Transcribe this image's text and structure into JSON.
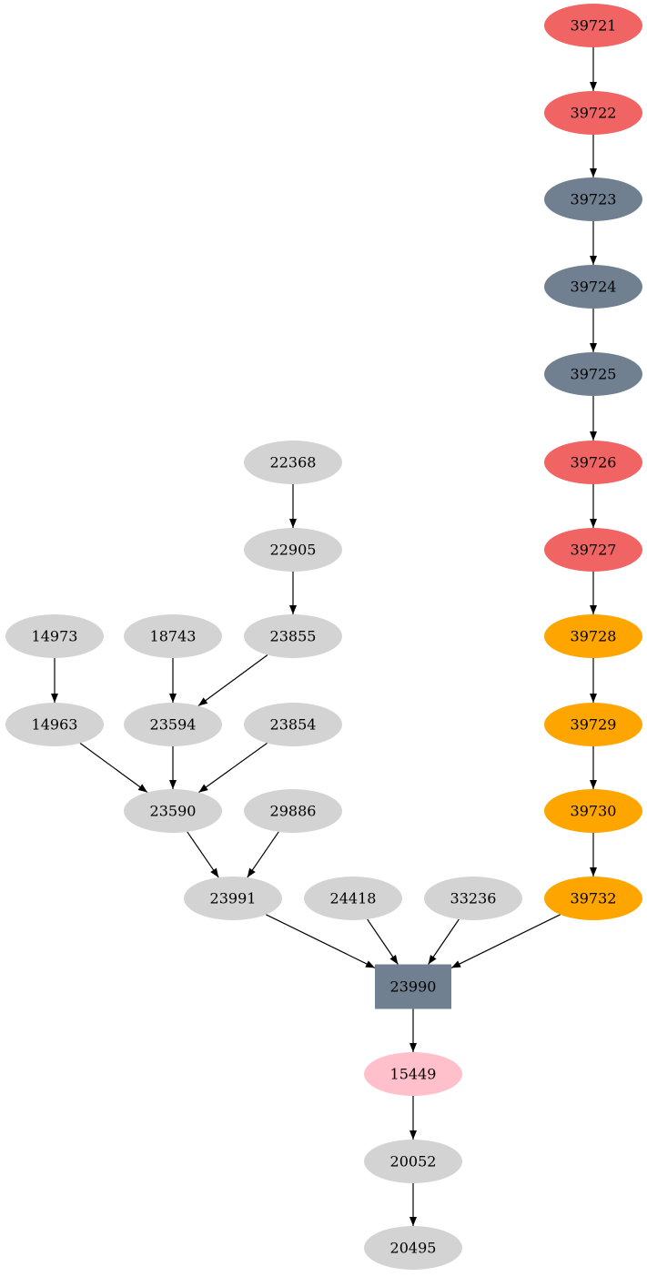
{
  "colors": {
    "red": "#F06464",
    "slate": "#708090",
    "orange": "#FFA500",
    "pink": "#FFC0CB",
    "gray": "#D3D3D3",
    "edge": "#000000"
  },
  "nodes": [
    {
      "id": "39721",
      "color": "red",
      "shape": "ellipse"
    },
    {
      "id": "39722",
      "color": "red",
      "shape": "ellipse"
    },
    {
      "id": "39723",
      "color": "slate",
      "shape": "ellipse"
    },
    {
      "id": "39724",
      "color": "slate",
      "shape": "ellipse"
    },
    {
      "id": "39725",
      "color": "slate",
      "shape": "ellipse"
    },
    {
      "id": "39726",
      "color": "red",
      "shape": "ellipse"
    },
    {
      "id": "39727",
      "color": "red",
      "shape": "ellipse"
    },
    {
      "id": "39728",
      "color": "orange",
      "shape": "ellipse"
    },
    {
      "id": "39729",
      "color": "orange",
      "shape": "ellipse"
    },
    {
      "id": "39730",
      "color": "orange",
      "shape": "ellipse"
    },
    {
      "id": "39732",
      "color": "orange",
      "shape": "ellipse"
    },
    {
      "id": "22368",
      "color": "gray",
      "shape": "ellipse"
    },
    {
      "id": "22905",
      "color": "gray",
      "shape": "ellipse"
    },
    {
      "id": "23855",
      "color": "gray",
      "shape": "ellipse"
    },
    {
      "id": "14973",
      "color": "gray",
      "shape": "ellipse"
    },
    {
      "id": "18743",
      "color": "gray",
      "shape": "ellipse"
    },
    {
      "id": "14963",
      "color": "gray",
      "shape": "ellipse"
    },
    {
      "id": "23594",
      "color": "gray",
      "shape": "ellipse"
    },
    {
      "id": "23854",
      "color": "gray",
      "shape": "ellipse"
    },
    {
      "id": "23590",
      "color": "gray",
      "shape": "ellipse"
    },
    {
      "id": "29886",
      "color": "gray",
      "shape": "ellipse"
    },
    {
      "id": "23991",
      "color": "gray",
      "shape": "ellipse"
    },
    {
      "id": "24418",
      "color": "gray",
      "shape": "ellipse"
    },
    {
      "id": "33236",
      "color": "gray",
      "shape": "ellipse"
    },
    {
      "id": "23990",
      "color": "slate",
      "shape": "box"
    },
    {
      "id": "15449",
      "color": "pink",
      "shape": "ellipse"
    },
    {
      "id": "20052",
      "color": "gray",
      "shape": "ellipse"
    },
    {
      "id": "20495",
      "color": "gray",
      "shape": "ellipse"
    }
  ],
  "edges": [
    [
      "39721",
      "39722"
    ],
    [
      "39722",
      "39723"
    ],
    [
      "39723",
      "39724"
    ],
    [
      "39724",
      "39725"
    ],
    [
      "39725",
      "39726"
    ],
    [
      "39726",
      "39727"
    ],
    [
      "39727",
      "39728"
    ],
    [
      "39728",
      "39729"
    ],
    [
      "39729",
      "39730"
    ],
    [
      "39730",
      "39732"
    ],
    [
      "39732",
      "23990"
    ],
    [
      "22368",
      "22905"
    ],
    [
      "22905",
      "23855"
    ],
    [
      "23855",
      "23594"
    ],
    [
      "14973",
      "14963"
    ],
    [
      "18743",
      "23594"
    ],
    [
      "14963",
      "23590"
    ],
    [
      "23594",
      "23590"
    ],
    [
      "23854",
      "23590"
    ],
    [
      "23590",
      "23991"
    ],
    [
      "29886",
      "23991"
    ],
    [
      "23991",
      "23990"
    ],
    [
      "24418",
      "23990"
    ],
    [
      "33236",
      "23990"
    ],
    [
      "23990",
      "15449"
    ],
    [
      "15449",
      "20052"
    ],
    [
      "20052",
      "20495"
    ]
  ]
}
